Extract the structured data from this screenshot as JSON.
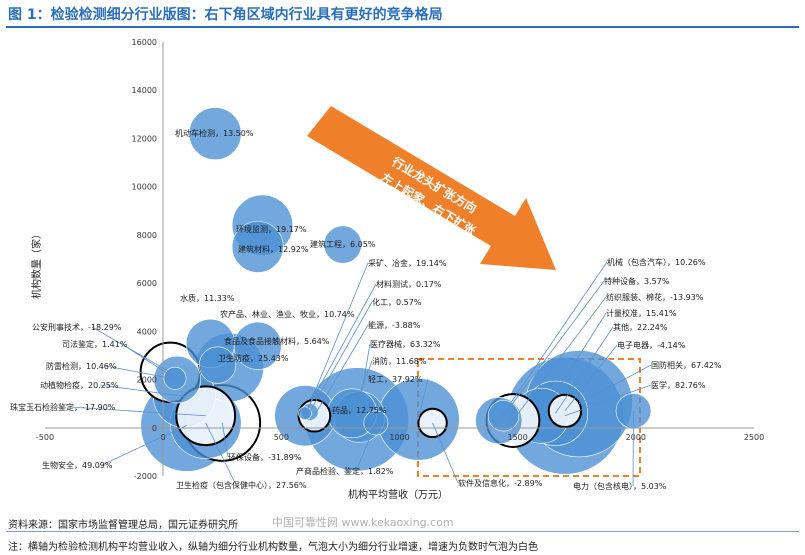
{
  "header": {
    "title": "图 1：检验检测细分行业版图：右下角区域内行业具有更好的竞争格局"
  },
  "footer": {
    "source": "资料来源：国家市场监督管理总局，国元证券研究所",
    "watermark": "中国可靠性网 www.kekaoxing.com",
    "note": "注：横轴为检验检测机构平均营业收入，纵轴为细分行业机构数量，气泡大小为细分行业增速，增速为负数时气泡为白色"
  },
  "colors": {
    "positive": "#4a8fd4",
    "negative_fill": "#ffffff",
    "negative_stroke": "#000000",
    "arrow": "#f07f2a",
    "box": "#f07f2a",
    "title": "#2a6ebb"
  },
  "chart_data": {
    "type": "bubble",
    "xlabel": "机构平均营收（万元）",
    "ylabel": "机构数量（家）",
    "xlim": [
      -500,
      2500
    ],
    "ylim": [
      -2000,
      16000
    ],
    "xticks": [
      "-500",
      "0",
      "500",
      "1000",
      "1500",
      "2000",
      "2500"
    ],
    "yticks": [
      "-2000",
      "0",
      "2000",
      "4000",
      "6000",
      "8000",
      "10000",
      "12000",
      "14000",
      "16000"
    ],
    "arrow_text": [
      "行业龙头扩张方向",
      "左上起家、右下扩张"
    ],
    "bubbles": [
      {
        "label": "机动车检测，13.50%",
        "x": 220,
        "y": 12200,
        "growth": 13.5
      },
      {
        "label": "环境监测，19.17%",
        "x": 420,
        "y": 8400,
        "growth": 19.17
      },
      {
        "label": "建筑材料，12.92%",
        "x": 400,
        "y": 7500,
        "growth": 12.92
      },
      {
        "label": "建筑工程，6.05%",
        "x": 760,
        "y": 7600,
        "growth": 6.05
      },
      {
        "label": "水质，11.33%",
        "x": 200,
        "y": 3500,
        "growth": 11.33
      },
      {
        "label": "农产品、林业、渔业、牧业，10.74%",
        "x": 400,
        "y": 3400,
        "growth": 10.74
      },
      {
        "label": "卫生防疫，25.43%",
        "x": 280,
        "y": 2500,
        "growth": 25.43
      },
      {
        "label": "食品及食品接触材料，5.64%",
        "x": 230,
        "y": 2600,
        "growth": 5.64
      },
      {
        "label": "公安刑事技术，-18.29%",
        "x": 30,
        "y": 2300,
        "growth": -18.29
      },
      {
        "label": "司法鉴定，1.41%",
        "x": 50,
        "y": 2050,
        "growth": 1.41
      },
      {
        "label": "防雷检测，10.46%",
        "x": 60,
        "y": 2000,
        "growth": 10.46
      },
      {
        "label": "动植物检疫，20.25%",
        "x": 90,
        "y": 1300,
        "growth": 20.25
      },
      {
        "label": "珠宝玉石检验鉴定，-17.90%",
        "x": 180,
        "y": 500,
        "growth": -17.9
      },
      {
        "label": "生物安全，49.09%",
        "x": 100,
        "y": 100,
        "growth": 49.09
      },
      {
        "label": "卫生检疫（包含保健中心），27.56%",
        "x": 180,
        "y": 200,
        "growth": 27.56
      },
      {
        "label": "环保设备，-31.89%",
        "x": 250,
        "y": 200,
        "growth": -31.89
      },
      {
        "label": "采矿、冶金，19.14%",
        "x": 600,
        "y": 500,
        "growth": 19.14
      },
      {
        "label": "材料测试，0.17%",
        "x": 600,
        "y": 600,
        "growth": 0.17
      },
      {
        "label": "化工，0.57%",
        "x": 620,
        "y": 650,
        "growth": 0.57
      },
      {
        "label": "能源，-3.88%",
        "x": 640,
        "y": 500,
        "growth": -3.88
      },
      {
        "label": "医疗器械，63.32%",
        "x": 820,
        "y": 350,
        "growth": 63.32
      },
      {
        "label": "消防，11.68%",
        "x": 800,
        "y": 600,
        "growth": 11.68
      },
      {
        "label": "轻工，37.92%",
        "x": 1080,
        "y": 350,
        "growth": 37.92
      },
      {
        "label": "药品，12.75%",
        "x": 830,
        "y": 450,
        "growth": 12.75
      },
      {
        "label": "产商品检验、鉴定，1.82%",
        "x": 900,
        "y": 200,
        "growth": 1.82
      },
      {
        "label": "软件及信息化，-2.89%",
        "x": 1140,
        "y": 200,
        "growth": -2.89
      },
      {
        "label": "机械（包含汽车），10.26%",
        "x": 1420,
        "y": 300,
        "growth": 10.26
      },
      {
        "label": "特种设备，3.57%",
        "x": 1440,
        "y": 500,
        "growth": 3.57
      },
      {
        "label": "纺织服装、棉花，-13.93%",
        "x": 1480,
        "y": 300,
        "growth": -13.93
      },
      {
        "label": "计量校准，15.41%",
        "x": 1600,
        "y": 500,
        "growth": 15.41
      },
      {
        "label": "其他，22.24%",
        "x": 1660,
        "y": 600,
        "growth": 22.24
      },
      {
        "label": "电子电器，-4.14%",
        "x": 1700,
        "y": 700,
        "growth": -4.14
      },
      {
        "label": "国防相关，67.42%",
        "x": 1760,
        "y": 1000,
        "growth": 67.42
      },
      {
        "label": "医学，82.76%",
        "x": 1700,
        "y": 500,
        "growth": 82.76
      },
      {
        "label": "电力（包含核电），5.03%",
        "x": 1990,
        "y": 700,
        "growth": 5.03
      }
    ]
  }
}
